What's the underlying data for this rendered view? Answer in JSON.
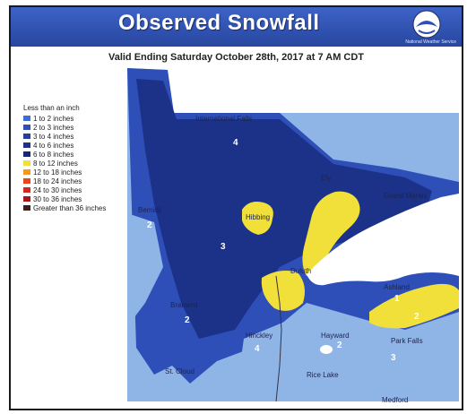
{
  "header": {
    "title_part1": "Observed",
    "title_part2": "Snowfall",
    "agency_text": "National Weather Service",
    "logo_icon": "nws-logo-icon"
  },
  "subtitle": "Valid Ending Saturday October 28th, 2017 at 7 AM CDT",
  "legend": {
    "title": "Less than an inch",
    "items": [
      {
        "label": "1 to 2 inches",
        "color": "#3b6fd6"
      },
      {
        "label": "2 to 3 inches",
        "color": "#2f4fb8"
      },
      {
        "label": "3 to 4 inches",
        "color": "#243f9e"
      },
      {
        "label": "4 to 6 inches",
        "color": "#1c3288"
      },
      {
        "label": "6 to 8 inches",
        "color": "#162870"
      },
      {
        "label": "8 to 12 inches",
        "color": "#f2e03a"
      },
      {
        "label": "12 to 18 inches",
        "color": "#f29a1f"
      },
      {
        "label": "18 to 24 inches",
        "color": "#e8461c"
      },
      {
        "label": "24 to 30 inches",
        "color": "#d22a1a"
      },
      {
        "label": "30 to 36 inches",
        "color": "#a81616"
      },
      {
        "label": "Greater than 36 inches",
        "color": "#3a1f1f"
      }
    ]
  },
  "places": {
    "international_falls": "International Falls",
    "bemidji": "Bemidji",
    "hibbing": "Hibbing",
    "ely": "Ely",
    "grand_marais": "Grand Marais",
    "duluth": "Duluth",
    "brainerd": "Brainerd",
    "hinckley": "Hinckley",
    "hayward": "Hayward",
    "park_falls": "Park Falls",
    "st_cloud": "St. Cloud",
    "rice_lake": "Rice Lake",
    "ashland": "Ashland",
    "medford": "Medford"
  },
  "amounts": {
    "a1": "4",
    "a2": "2",
    "a3": "3",
    "a4": "2",
    "a5": "4",
    "a6": "2",
    "a7": "1",
    "a8": "2",
    "a9": "3"
  },
  "colors": {
    "light_blue": "#8fb4e6",
    "mid_blue": "#2f4fb8",
    "dark_blue": "#1c3288",
    "yellow": "#f2e03a",
    "water": "#ffffff",
    "header_blue": "#2f55b8"
  }
}
